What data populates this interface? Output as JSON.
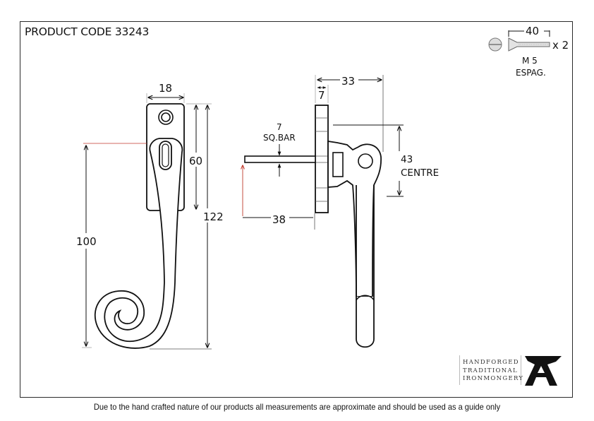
{
  "header": {
    "product_code_label": "PRODUCT CODE 33243"
  },
  "front_view": {
    "width_dim": "18",
    "backplate_height_dim": "60",
    "overall_height_dim": "122",
    "handle_drop_dim": "100"
  },
  "side_view": {
    "projection_dim": "33",
    "backplate_thickness_dim": "7",
    "bar_size_dim": "7",
    "bar_label": "SQ.BAR",
    "bar_length_dim": "38",
    "centre_dim": "43",
    "centre_label": "CENTRE"
  },
  "fixings": {
    "screw_length_dim": "40",
    "quantity_label": "x 2",
    "thread_label": "M 5",
    "type_label": "ESPAG."
  },
  "brand": {
    "line1": "HANDFORGED",
    "line2": "TRADITIONAL",
    "line3": "IRONMONGERY"
  },
  "footer": {
    "disclaimer": "Due to the hand crafted nature of our products all measurements are approximate and should be used as a guide only"
  },
  "colors": {
    "line": "#111111",
    "red_leader": "#c0392b",
    "frame": "#2a2a2a"
  }
}
